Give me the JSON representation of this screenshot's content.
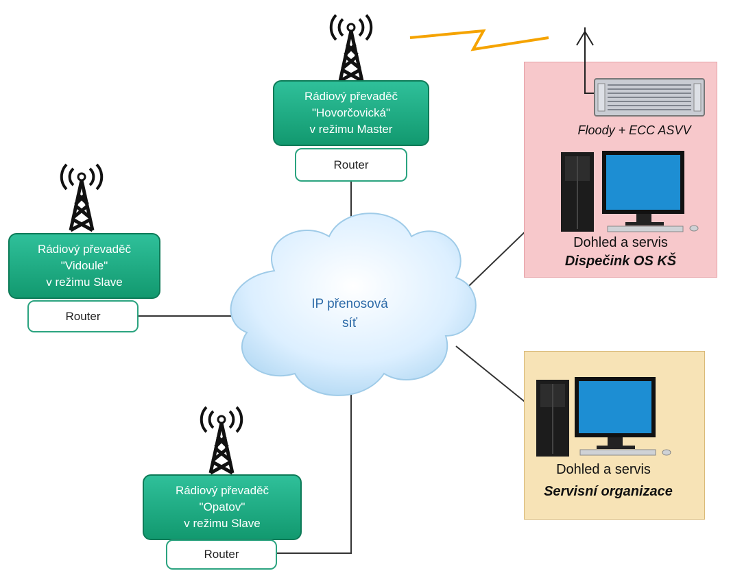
{
  "cloud": {
    "line1": "IP přenosová",
    "line2": "síť"
  },
  "repeaters": [
    {
      "id": "hovorcovicka",
      "title": "Rádiový převaděč",
      "name": "\"Hovorčovická\"",
      "mode": "v režimu Master",
      "router": "Router"
    },
    {
      "id": "vidoule",
      "title": "Rádiový převaděč",
      "name": "\"Vidoule\"",
      "mode": "v režimu Slave",
      "router": "Router"
    },
    {
      "id": "opatov",
      "title": "Rádiový převaděč",
      "name": "\"Opatov\"",
      "mode": "v režimu Slave",
      "router": "Router"
    }
  ],
  "dispatch": {
    "device_label": "Floody + ECC ASVV",
    "pc_label": "Dohled a servis",
    "site_label": "Dispečink OS KŠ",
    "bg_color": "#f7c8cb"
  },
  "service": {
    "pc_label": "Dohled a servis",
    "site_label": "Servisní organizace",
    "bg_color": "#f7e3b6"
  },
  "colors": {
    "repeater": "#1aa67e",
    "lightning": "#f5a300"
  }
}
